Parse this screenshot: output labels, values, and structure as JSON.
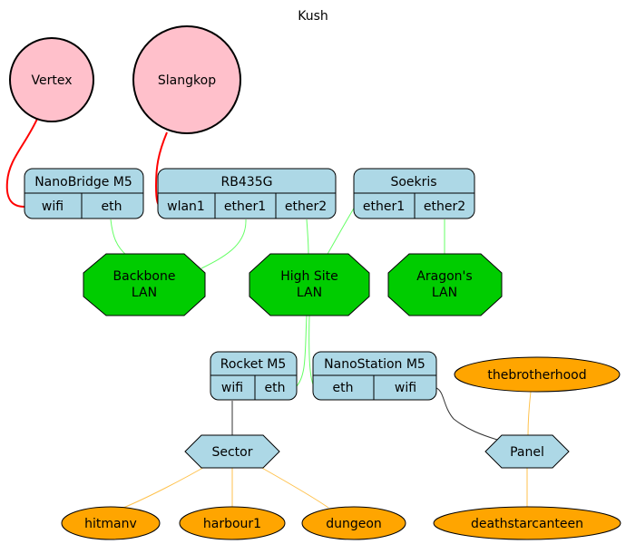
{
  "title": "Kush",
  "sites": {
    "vertex": "Vertex",
    "slangkop": "Slangkop"
  },
  "devices": {
    "nanobridge": {
      "name": "NanoBridge M5",
      "ports": [
        "wifi",
        "eth"
      ]
    },
    "rb435g": {
      "name": "RB435G",
      "ports": [
        "wlan1",
        "ether1",
        "ether2"
      ]
    },
    "soekris": {
      "name": "Soekris",
      "ports": [
        "ether1",
        "ether2"
      ]
    },
    "rocket": {
      "name": "Rocket M5",
      "ports": [
        "wifi",
        "eth"
      ]
    },
    "nanostation": {
      "name": "NanoStation M5",
      "ports": [
        "eth",
        "wifi"
      ]
    }
  },
  "lans": {
    "backbone": [
      "Backbone",
      "LAN"
    ],
    "highsite": [
      "High Site",
      "LAN"
    ],
    "aragons": [
      "Aragon's",
      "LAN"
    ]
  },
  "hubs": {
    "sector": "Sector",
    "panel": "Panel"
  },
  "clients": {
    "thebrotherhood": "thebrotherhood",
    "hitmanv": "hitmanv",
    "harbour1": "harbour1",
    "dungeon": "dungeon",
    "deathstarcanteen": "deathstarcanteen"
  }
}
